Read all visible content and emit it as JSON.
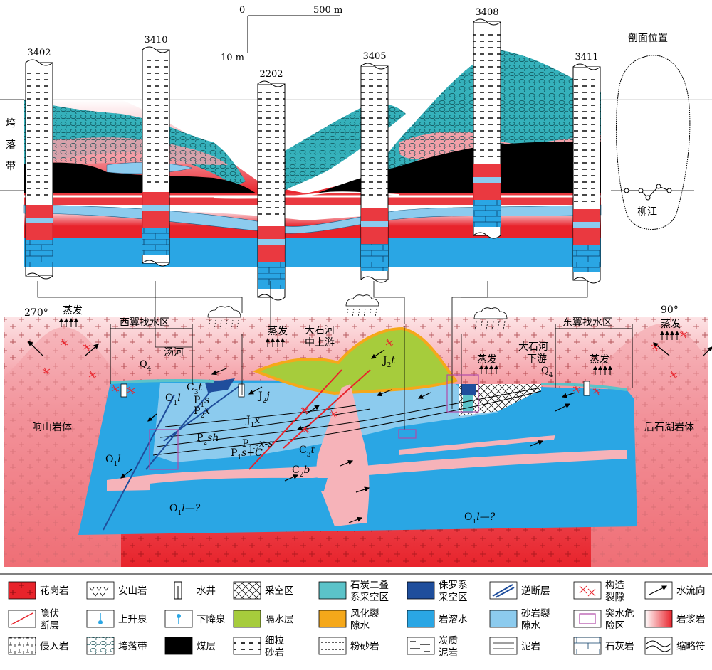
{
  "scale": {
    "zero": "0",
    "horizontal": "500 m",
    "vertical": "10 m"
  },
  "wells": [
    {
      "id": "3402"
    },
    {
      "id": "3410"
    },
    {
      "id": "2202"
    },
    {
      "id": "3405"
    },
    {
      "id": "3408"
    },
    {
      "id": "3411"
    }
  ],
  "section_label": "剖面位置",
  "river_label": "柳江",
  "collapse_zone_label": [
    "垮",
    "落",
    "带"
  ],
  "cross_section": {
    "azimuth_left": "270°",
    "azimuth_right": "90°",
    "evap": "蒸发",
    "west_zone": "西翼找水区",
    "east_zone": "东翼找水区",
    "river_upper": [
      "大石河",
      "中上游"
    ],
    "river_lower": [
      "大石河",
      "下游"
    ],
    "tanghe": "汤河",
    "q4": "Q",
    "q4_sub": "4",
    "left_pluton": "响山岩体",
    "right_pluton": "后石湖岩体",
    "units": [
      {
        "main": "O",
        "sub": "1",
        "tail": "l"
      },
      {
        "main": "C",
        "sub": "3",
        "tail": "t"
      },
      {
        "main": "P",
        "sub": "1",
        "tail": "s"
      },
      {
        "main": "P",
        "sub": "2",
        "tail": "x"
      },
      {
        "main": "J",
        "sub": "2",
        "tail": "j"
      },
      {
        "main": "J",
        "sub": "1",
        "tail": "x"
      },
      {
        "main": "P",
        "sub": "2",
        "tail": "sh"
      },
      {
        "main": "P",
        "sub": "1-2",
        "tail": "x-s"
      },
      {
        "main": "P",
        "sub": "1",
        "tail": "s+C"
      },
      {
        "main": "C",
        "sub": "2",
        "tail": "b"
      },
      {
        "main": "J",
        "sub": "2",
        "tail": "t"
      },
      {
        "main": "O",
        "sub": "1",
        "tail": "l—?"
      }
    ]
  },
  "legend": [
    {
      "label": "花岗岩"
    },
    {
      "label": "安山岩"
    },
    {
      "label": "水井"
    },
    {
      "label": "采空区"
    },
    {
      "label": "石炭二叠系采空区"
    },
    {
      "label": "侏罗系采空区"
    },
    {
      "label": "逆断层"
    },
    {
      "label": "构造裂隙"
    },
    {
      "label": "水流向"
    },
    {
      "label": "隐伏断层"
    },
    {
      "label": "上升泉"
    },
    {
      "label": "下降泉"
    },
    {
      "label": "隔水层"
    },
    {
      "label": "风化裂隙水"
    },
    {
      "label": "岩溶水"
    },
    {
      "label": "砂岩裂隙水"
    },
    {
      "label": "突水危险区"
    },
    {
      "label": "岩浆岩"
    },
    {
      "label": "侵入岩"
    },
    {
      "label": "垮落带"
    },
    {
      "label": "煤层"
    },
    {
      "label": "细粒砂岩"
    },
    {
      "label": "粉砂岩"
    },
    {
      "label": "炭质泥岩"
    },
    {
      "label": "泥岩"
    },
    {
      "label": "石灰岩"
    },
    {
      "label": "缩略符"
    }
  ],
  "colors": {
    "granite_red": "#e8232b",
    "karst_blue": "#2aa6e4",
    "sandstone_blue": "#8ccbee",
    "aquitard_green": "#a6cc3c",
    "weathered_orange": "#f5a81a",
    "jurassic_navy": "#1f4e9c",
    "goaf_teal": "#5bc3c9",
    "collapse_teal": "#35b1bb",
    "coal_black": "#000000",
    "danger_purple": "#b04aa8"
  }
}
